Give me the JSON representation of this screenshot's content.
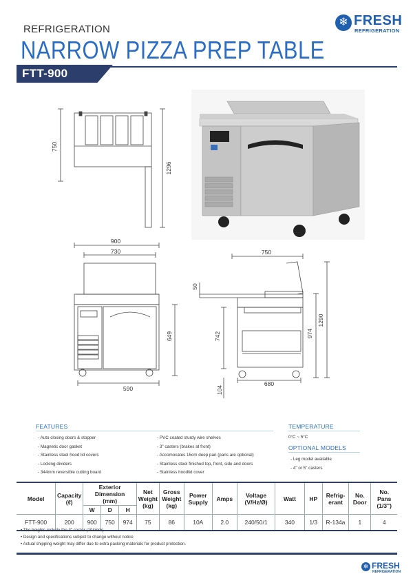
{
  "header": {
    "category": "REFRIGERATION",
    "title": "NARROW PIZZA PREP TABLE",
    "model_tag": "FTT-900"
  },
  "logo": {
    "word": "FRESH",
    "sub": "REFRIGERATION",
    "icon": "snowflake-icon"
  },
  "drawing": {
    "side_height": "750",
    "overall_height": "1296",
    "front_width": "900",
    "front_top_width": "730",
    "front_body_height": "649",
    "front_base_width": "590",
    "side_depth": "750",
    "shelf_width": "50",
    "side_body_height": "742",
    "side_height_a": "974",
    "side_height_b": "1290",
    "caster_height": "104",
    "side_base_depth": "680"
  },
  "features": {
    "title": "FEATURES",
    "col1": [
      "- Auto closing doors & stopper",
      "- Magnetic door gasket",
      "- Stainless steel hood lid covers",
      "- Locking dividers",
      "- 344mm reversible cutting board"
    ],
    "col2": [
      "- PVC coated sturdy wire shelves",
      "- 3\" casters (brakes at front)",
      "- Accomocates 15cm deep pan (pans are optional)",
      "- Stainless steel finished top, front, side and doors",
      "- Stainless hoodlid cover"
    ]
  },
  "temperature": {
    "title": "TEMPERATURE",
    "value": "0°C ~ 5°C"
  },
  "optional": {
    "title": "OPTIONAL MODELS",
    "items": [
      "- Leg model available",
      "- 4\" or 5\" casters"
    ]
  },
  "spec_table": {
    "headers": {
      "model": "Model",
      "capacity": "Capacity",
      "capacity_unit": "(ℓ)",
      "ext_dim": "Exterior Dimension",
      "ext_dim_unit": "(mm)",
      "w": "W",
      "d": "D",
      "h": "H",
      "net": "Net",
      "net2": "Weight",
      "net_unit": "(kg)",
      "gross": "Gross",
      "gross2": "Weight",
      "gross_unit": "(kg)",
      "power": "Power",
      "power2": "Supply",
      "amps": "Amps",
      "voltage": "Voltage",
      "voltage_unit": "(V/Hz/Ø)",
      "watt": "Watt",
      "hp": "HP",
      "refrig": "Refrig-",
      "refrig2": "erant",
      "nodoor": "No.",
      "nodoor2": "Door",
      "nopans": "No.",
      "nopans2": "Pans",
      "nopans_unit": "(1/3\")"
    },
    "row": {
      "model": "FTT-900",
      "capacity": "200",
      "w": "900",
      "d": "750",
      "h": "974",
      "net": "75",
      "gross": "86",
      "power": "10A",
      "amps": "2.0",
      "voltage": "240/50/1",
      "watt": "340",
      "hp": "1/3",
      "refrig": "R-134a",
      "door": "1",
      "pans": "4"
    }
  },
  "notes": [
    "• The heights include the 3\" caster (104mm)",
    "• Design and specifications subject to change without notice",
    "• Actual shipping weight may differ due to extra packing materials for product protection."
  ],
  "footer_logo": {
    "word": "FRESH",
    "sub": "REFRIGERATION"
  }
}
